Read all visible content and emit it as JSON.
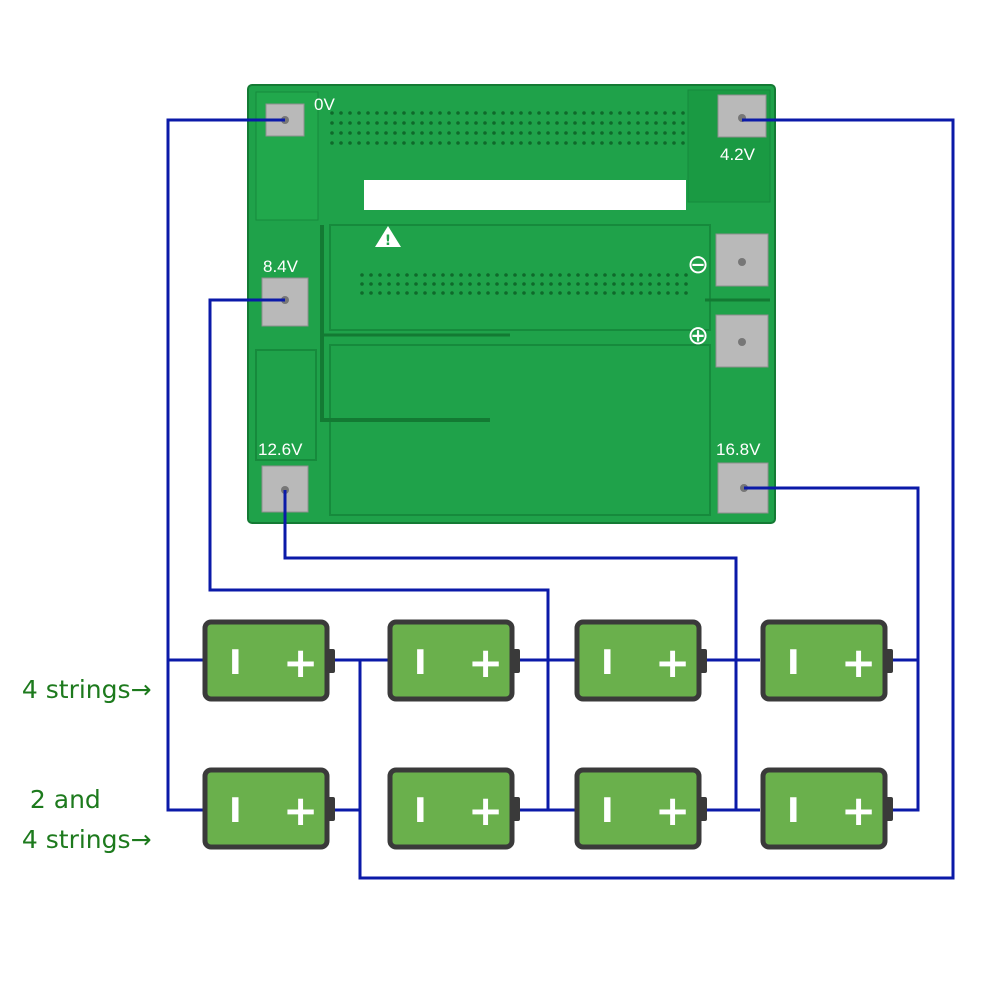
{
  "board": {
    "pad_labels": {
      "v0": "0V",
      "v42": "4.2V",
      "v84": "8.4V",
      "v126": "12.6V",
      "v168": "16.8V"
    },
    "terminal_symbols": {
      "negative": "⊖",
      "positive": "⊕"
    },
    "warning_symbol": "!"
  },
  "battery_symbols": {
    "negative": "I",
    "positive": "+"
  },
  "labels": {
    "row1": "4 strings",
    "row2_line1": "2 and",
    "row2_line2": "4 strings",
    "arrow": "→"
  },
  "colors": {
    "wire": "#0b1aa8",
    "pcb": "#1fa24a",
    "pcb_dark": "#168a3c",
    "battery_fill": "#6ab04c",
    "battery_border": "#3a3a3a",
    "label_green": "#1d7a1d"
  }
}
